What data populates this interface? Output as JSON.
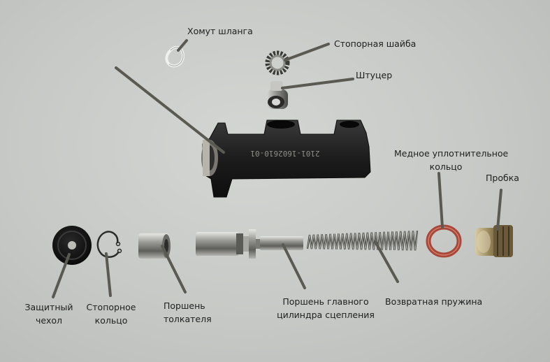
{
  "labels": {
    "hose_clamp": "Хомут шланга",
    "lock_washer": "Стопорная шайба",
    "fitting": "Штуцер",
    "copper_ring_line1": "Медное уплотнительное",
    "copper_ring_line2": "кольцо",
    "plug": "Пробка",
    "boot_line1": "Защитный",
    "boot_line2": "чехол",
    "retaining_ring_line1": "Стопорное",
    "retaining_ring_line2": "кольцо",
    "pusher_piston_line1": "Поршень",
    "pusher_piston_line2": "толкателя",
    "master_piston_line1": "Поршень главного",
    "master_piston_line2": "цилиндра сцепления",
    "return_spring": "Возвратная пружина"
  },
  "body_marking": "2101-1602610-01",
  "colors": {
    "background": "#c9cbc8",
    "leader_line": "#5a5a52",
    "cast_iron": "#1c1c1c",
    "steel": "#9c9c98",
    "copper": "#b0503a",
    "brass": "#a8956a",
    "label_text": "#1e1e1e"
  }
}
